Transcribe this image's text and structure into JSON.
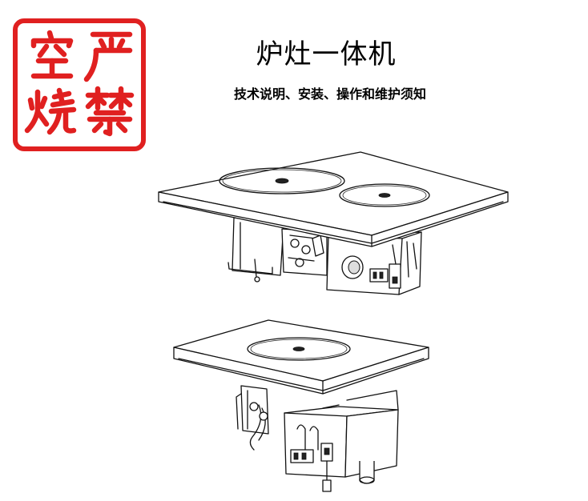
{
  "stamp": {
    "text": "严禁空烧",
    "color": "#e02020"
  },
  "document": {
    "title": "炉灶一体机",
    "subtitle": "技术说明、安装、操作和维护须知"
  },
  "illustrations": [
    {
      "name": "dual-burner-cooktop",
      "caption": ""
    },
    {
      "name": "single-burner-cooktop",
      "caption": ""
    }
  ]
}
